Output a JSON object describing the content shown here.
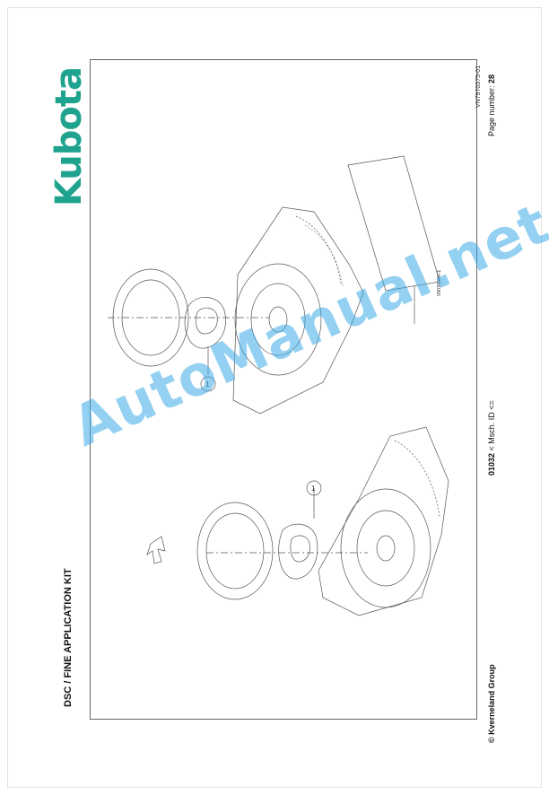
{
  "header": {
    "title": "DSC / FINE APPLICATION KIT"
  },
  "footer": {
    "copyright": "© Kverneland Group",
    "machine_id_code": "01032",
    "machine_id_text": " < Msch. ID <=",
    "page_label": "Page number: ",
    "page_number": "28"
  },
  "document": {
    "reference": "VN7970375-01"
  },
  "drawing": {
    "part_reference": "VN70009471",
    "callout_1": "1",
    "callout_2": "1"
  },
  "brand": {
    "logo_text": "Kubota",
    "logo_color": "#1fa38f"
  },
  "watermark": {
    "text": "AutoManual.net",
    "color": "#3aaae6"
  }
}
